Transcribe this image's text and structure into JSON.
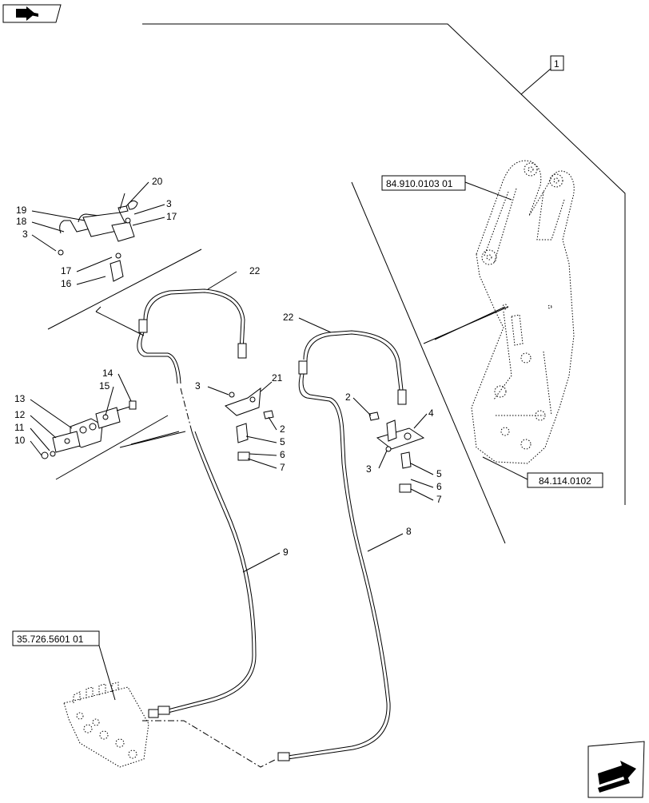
{
  "references": {
    "group": "1",
    "boom": "84.910.0103 01",
    "bucket_linkage": "84.114.0102",
    "control_valve": "35.726.5601 01"
  },
  "callouts": [
    {
      "id": "c20",
      "text": "20"
    },
    {
      "id": "c19",
      "text": "19"
    },
    {
      "id": "c18",
      "text": "18"
    },
    {
      "id": "c3a",
      "text": "3"
    },
    {
      "id": "c3b",
      "text": "3"
    },
    {
      "id": "c17a",
      "text": "17"
    },
    {
      "id": "c17b",
      "text": "17"
    },
    {
      "id": "c16",
      "text": "16"
    },
    {
      "id": "c22a",
      "text": "22"
    },
    {
      "id": "c22b",
      "text": "22"
    },
    {
      "id": "c14",
      "text": "14"
    },
    {
      "id": "c15",
      "text": "15"
    },
    {
      "id": "c13",
      "text": "13"
    },
    {
      "id": "c12",
      "text": "12"
    },
    {
      "id": "c11",
      "text": "11"
    },
    {
      "id": "c10",
      "text": "10"
    },
    {
      "id": "c3c",
      "text": "3"
    },
    {
      "id": "c21",
      "text": "21"
    },
    {
      "id": "c2a",
      "text": "2"
    },
    {
      "id": "c5a",
      "text": "5"
    },
    {
      "id": "c6a",
      "text": "6"
    },
    {
      "id": "c7a",
      "text": "7"
    },
    {
      "id": "c2b",
      "text": "2"
    },
    {
      "id": "c4",
      "text": "4"
    },
    {
      "id": "c3d",
      "text": "3"
    },
    {
      "id": "c5b",
      "text": "5"
    },
    {
      "id": "c6b",
      "text": "6"
    },
    {
      "id": "c7b",
      "text": "7"
    },
    {
      "id": "c9",
      "text": "9"
    },
    {
      "id": "c8",
      "text": "8"
    }
  ],
  "icons": {
    "top_left": "book-navigation-icon",
    "bottom_right": "next-page-arrow-icon"
  }
}
